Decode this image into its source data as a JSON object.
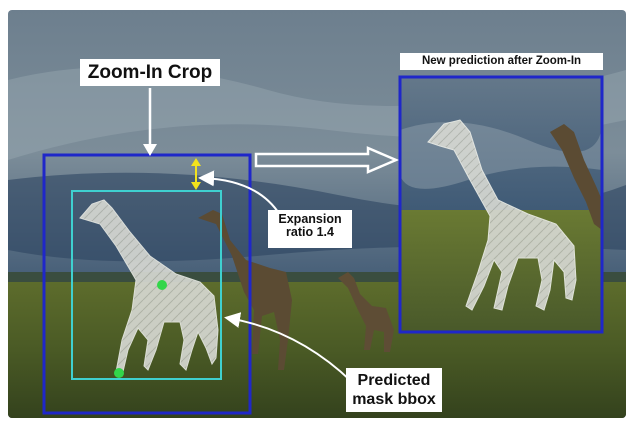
{
  "annotations": {
    "zoom_in_crop": "Zoom-In Crop",
    "new_prediction": "New prediction after Zoom-In",
    "expansion_ratio_line1": "Expansion",
    "expansion_ratio_line2": "ratio 1.4",
    "predicted_mask_line1": "Predicted",
    "predicted_mask_line2": "mask bbox"
  },
  "colors": {
    "crop_box": "#1f27c9",
    "mask_bbox": "#3fd0d0",
    "expansion_arrow": "#f2e21c",
    "point_marker": "#32d64a",
    "mask_fill": "#d9dcd6",
    "arrow_white": "#ffffff"
  }
}
